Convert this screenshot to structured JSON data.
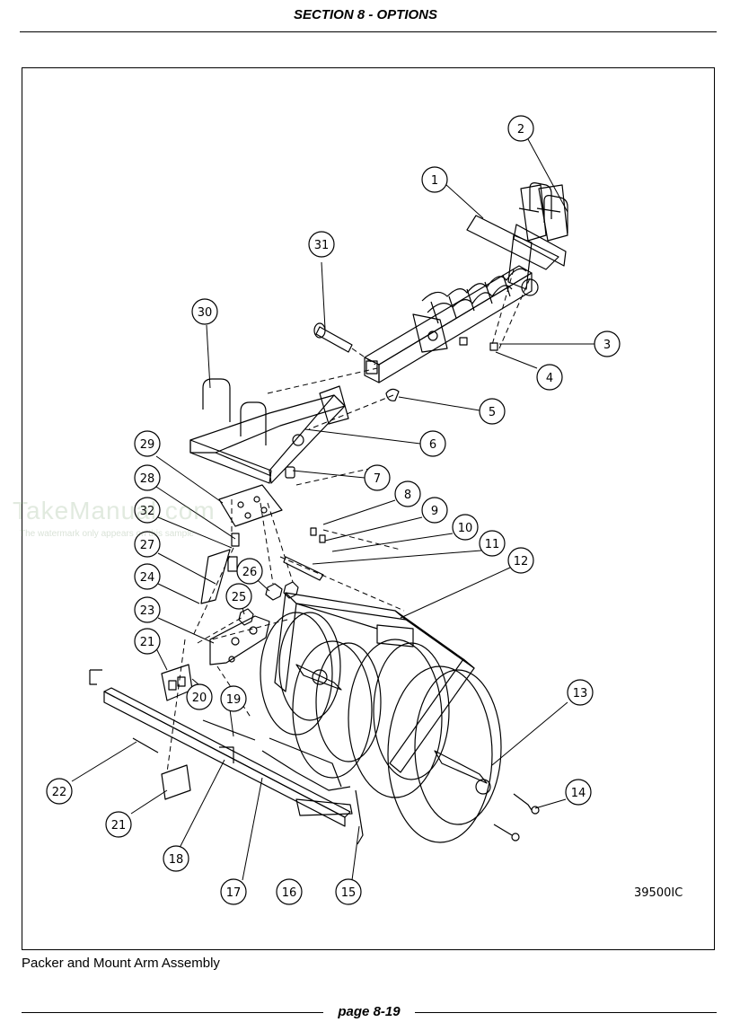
{
  "header": {
    "section_title": "SECTION 8 - OPTIONS"
  },
  "figure": {
    "caption": "Packer and Mount Arm Assembly",
    "drawing_number": "39500IC",
    "callouts": [
      "1",
      "2",
      "3",
      "4",
      "5",
      "6",
      "7",
      "8",
      "9",
      "10",
      "11",
      "12",
      "13",
      "14",
      "15",
      "16",
      "17",
      "18",
      "19",
      "20",
      "21",
      "21",
      "22",
      "23",
      "24",
      "25",
      "26",
      "27",
      "28",
      "29",
      "30",
      "31",
      "32"
    ]
  },
  "watermark": {
    "text": "TakeManual.com",
    "subtext": "The watermark only appears on this sample"
  },
  "footer": {
    "page_label": "page 8-19"
  }
}
